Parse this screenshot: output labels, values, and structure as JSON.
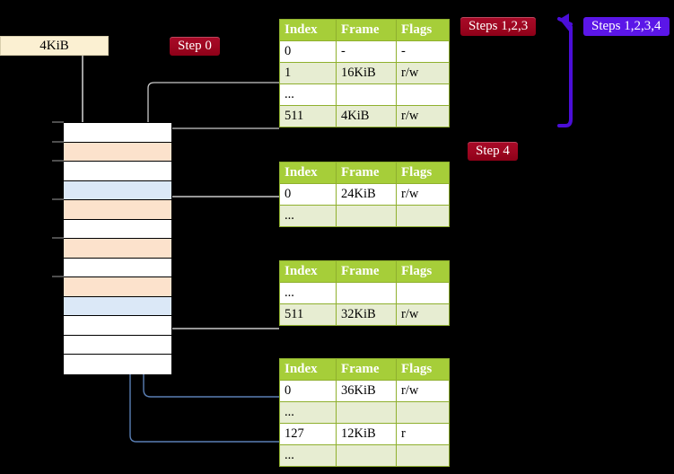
{
  "diagram": {
    "title_hidden": "",
    "labels": {
      "kib_box": "4KiB",
      "step0": "Step 0",
      "step4": "Step 4",
      "steps123": "Steps 1,2,3",
      "steps1234": "Steps 1,2,3,4"
    },
    "colors": {
      "badge_red": "#9d0620",
      "badge_blue": "#5b16e8",
      "table_header": "#a6ce39",
      "table_alt_row": "#e7edd2",
      "highlight": "#fbfbb0",
      "kib_fill": "#fbf0d2",
      "mem_peach": "#fce2cc",
      "mem_blue": "#dbe8f7",
      "wire_gray": "#bdbdbd",
      "wire_blue": "#5a7fb5",
      "background": "#000000"
    },
    "tables": [
      {
        "id": "pml4",
        "headers": [
          "Index",
          "Frame",
          "Flags"
        ],
        "rows": [
          {
            "style": "plain",
            "cells": [
              "0",
              "-",
              "-"
            ],
            "highlight": [
              false,
              false,
              false
            ]
          },
          {
            "style": "alt",
            "cells": [
              "1",
              "16KiB",
              "r/w"
            ],
            "highlight": [
              false,
              false,
              false
            ]
          },
          {
            "style": "plain",
            "cells": [
              "...",
              "",
              ""
            ],
            "highlight": [
              false,
              false,
              false
            ]
          },
          {
            "style": "alt",
            "cells": [
              "511",
              "4KiB",
              "r/w"
            ],
            "highlight": [
              true,
              true,
              true
            ]
          }
        ]
      },
      {
        "id": "pdpt",
        "headers": [
          "Index",
          "Frame",
          "Flags"
        ],
        "rows": [
          {
            "style": "plain",
            "cells": [
              "0",
              "24KiB",
              "r/w"
            ],
            "highlight": [
              false,
              false,
              false
            ]
          },
          {
            "style": "alt",
            "cells": [
              "...",
              "",
              ""
            ],
            "highlight": [
              false,
              false,
              false
            ]
          }
        ]
      },
      {
        "id": "pd",
        "headers": [
          "Index",
          "Frame",
          "Flags"
        ],
        "rows": [
          {
            "style": "plain",
            "cells": [
              "...",
              "",
              ""
            ],
            "highlight": [
              false,
              false,
              false
            ]
          },
          {
            "style": "alt",
            "cells": [
              "511",
              "32KiB",
              "r/w"
            ],
            "highlight": [
              false,
              false,
              false
            ]
          }
        ]
      },
      {
        "id": "pt",
        "headers": [
          "Index",
          "Frame",
          "Flags"
        ],
        "rows": [
          {
            "style": "plain",
            "cells": [
              "0",
              "36KiB",
              "r/w"
            ],
            "highlight": [
              false,
              false,
              false
            ]
          },
          {
            "style": "alt",
            "cells": [
              "...",
              "",
              ""
            ],
            "highlight": [
              false,
              false,
              false
            ]
          },
          {
            "style": "plain",
            "cells": [
              "127",
              "12KiB",
              "r"
            ],
            "highlight": [
              false,
              false,
              false
            ]
          },
          {
            "style": "alt",
            "cells": [
              "...",
              "",
              ""
            ],
            "highlight": [
              false,
              false,
              false
            ]
          }
        ]
      }
    ],
    "memory_column": {
      "rows": [
        {
          "fill": "white"
        },
        {
          "fill": "peach"
        },
        {
          "fill": "white"
        },
        {
          "fill": "blue"
        },
        {
          "fill": "peach"
        },
        {
          "fill": "white"
        },
        {
          "fill": "peach"
        },
        {
          "fill": "white"
        },
        {
          "fill": "peach"
        },
        {
          "fill": "blue"
        },
        {
          "fill": "white"
        },
        {
          "fill": "white"
        },
        {
          "fill": "white"
        }
      ]
    }
  }
}
